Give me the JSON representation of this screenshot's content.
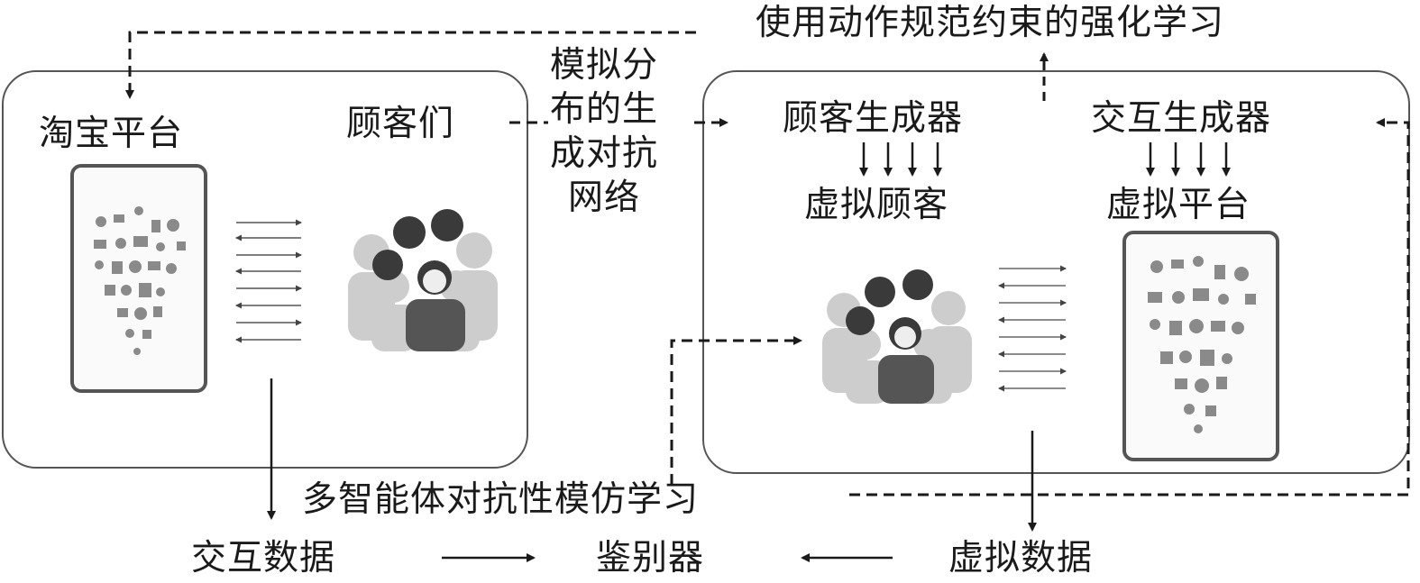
{
  "real_env": {
    "platform_label": "淘宝平台",
    "customers_label": "顾客们"
  },
  "gan_label": [
    "模拟分",
    "布的生",
    "成对抗",
    "网络"
  ],
  "rl_label": "使用动作规范约束的强化学习",
  "virtual_env": {
    "customer_generator": "顾客生成器",
    "interaction_generator": "交互生成器",
    "virtual_customers": "虚拟顾客",
    "virtual_platform": "虚拟平台"
  },
  "maiL_label": "多智能体对抗性模仿学习",
  "bottom": {
    "interaction_data": "交互数据",
    "discriminator": "鉴别器",
    "virtual_data": "虚拟数据"
  },
  "colors": {
    "stroke": "#555555",
    "text": "#1a1a1a",
    "person_hair": "#333333",
    "person_ghost": "#c8c8c8"
  },
  "icons": [
    "smartphone-product-collage-icon",
    "crowd-of-people-icon",
    "bidirectional-arrows-icon",
    "down-arrows-icon"
  ]
}
